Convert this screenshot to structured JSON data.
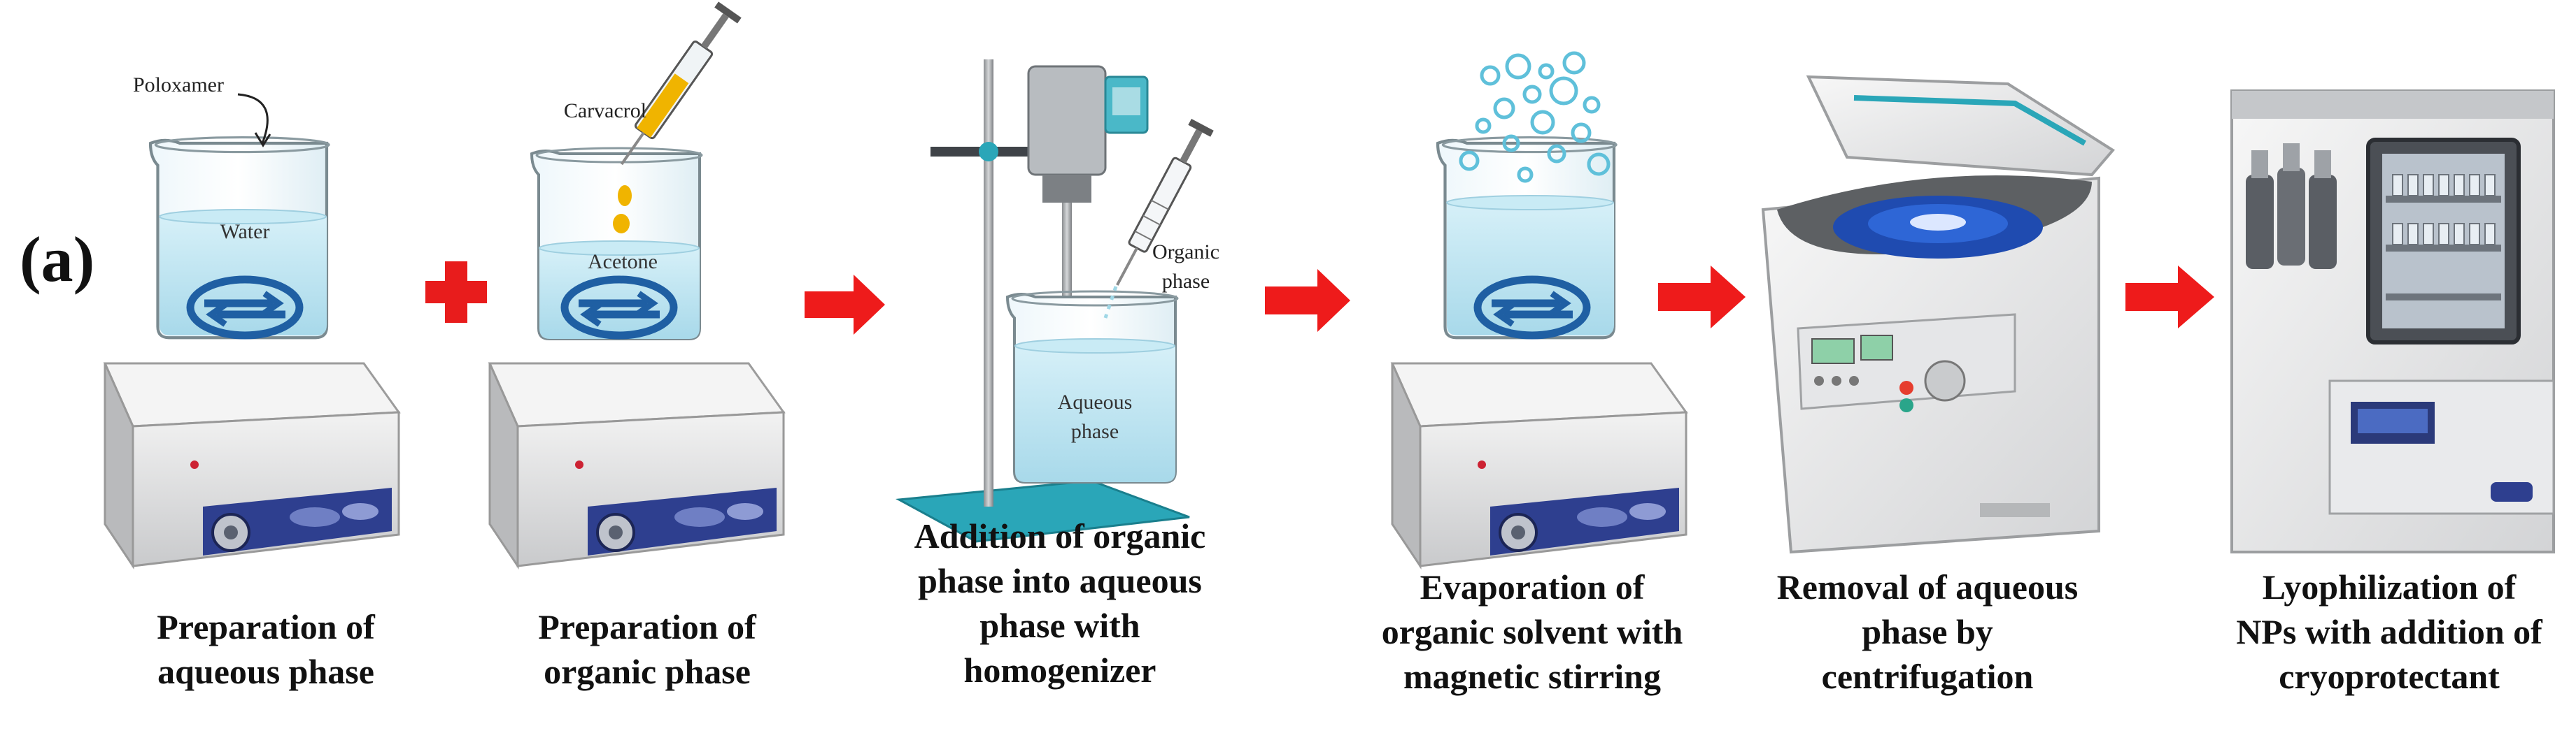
{
  "panel_label": "(a)",
  "steps": [
    {
      "caption": "Preparation of\naqueous phase",
      "liquid": "Water",
      "pointer_label": "Poloxamer"
    },
    {
      "caption": "Preparation of\norganic phase",
      "liquid": "Acetone",
      "pointer_label": "Carvacrol"
    },
    {
      "caption": "Addition of organic\nphase into aqueous\nphase with\nhomogenizer",
      "liquid": "Aqueous\nphase",
      "pointer_label": "Organic\nphase"
    },
    {
      "caption": "Evaporation of\norganic solvent with\nmagnetic stirring"
    },
    {
      "caption": "Removal of aqueous\nphase by\ncentrifugation"
    },
    {
      "caption": "Lyophilization of\nNPs with addition of\ncryoprotectant"
    }
  ],
  "colors": {
    "arrow": "#ee1b1b",
    "plus": "#e81c1c",
    "water": "#bfe6f2",
    "stir_icon": "#1f5fa3",
    "plate_body": "#d9dadc",
    "plate_panel": "#2e3f8f",
    "stand_base": "#2aa6b8"
  }
}
